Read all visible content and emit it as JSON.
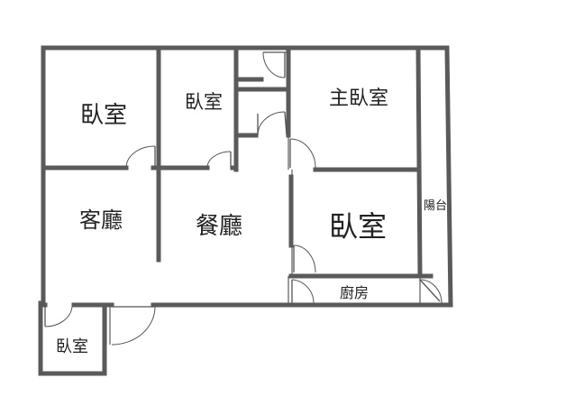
{
  "rooms": {
    "bedroom_top_left": "臥室",
    "bedroom_top_mid": "臥室",
    "master_bedroom": "主臥室",
    "living_room": "客廳",
    "dining_room": "餐廳",
    "bedroom_mid_right": "臥室",
    "balcony": "陽台",
    "kitchen": "廚房",
    "bedroom_small": "臥室"
  },
  "colors": {
    "wall": "#5a5a5a",
    "background": "#ffffff",
    "text": "#222222"
  }
}
